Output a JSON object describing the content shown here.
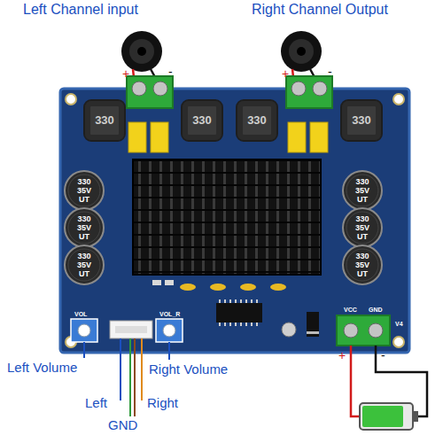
{
  "diagram": {
    "nodes": [
      {
        "text": [
          "330"
        ]
      },
      {
        "text": [
          "330"
        ]
      },
      {
        "text": [
          "330"
        ]
      },
      {
        "text": [
          "330"
        ]
      },
      {
        "text": [
          "330 35V UT"
        ]
      },
      {
        "text": [
          "330 35V UT"
        ]
      },
      {
        "text": [
          "330 35V UT"
        ]
      },
      {
        "text": [
          "330 35V UT"
        ]
      },
      {
        "text": [
          "330 35V UT"
        ]
      },
      {
        "text": [
          "330 35V UT"
        ]
      }
    ],
    "labels": [
      "Left Channel input",
      "Right Channel Output",
      "+",
      "-",
      "+",
      "-",
      "VOL",
      "VOL_R",
      "VCC",
      "GND",
      "V4",
      "Left Volume",
      "Right Volume",
      "Left",
      "GND",
      "Right",
      "+",
      "-"
    ]
  }
}
